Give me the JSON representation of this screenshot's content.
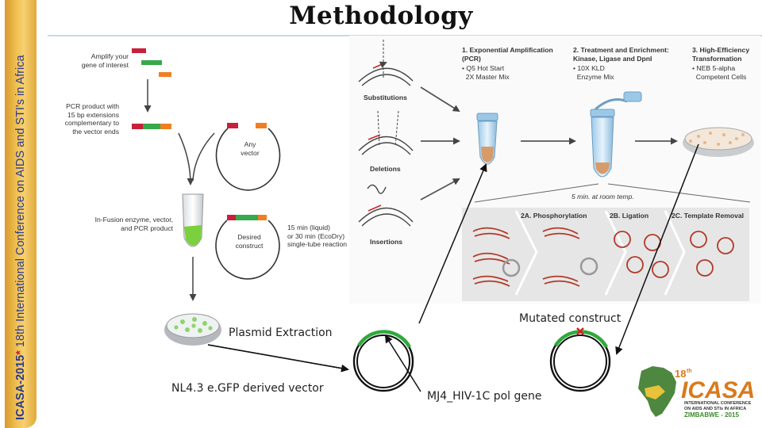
{
  "slide": {
    "title": "Methodology",
    "side_band": {
      "brand": "ICASA-2015",
      "asterisk": "*",
      "conference": " 18th International Conference on AIDS and STI's in Africa"
    },
    "colors": {
      "accent_gold": "#f2c356",
      "band_text": "#2a3a8a",
      "arrow": "#111111",
      "green_insert": "#2eaa3c",
      "mutation": "#d62020"
    }
  },
  "infusion": {
    "step1": "Amplify your\ngene of interest",
    "step2": "PCR product with\n15 bp extensions\ncomplementary to\nthe vector ends",
    "vector": "Any\nvector",
    "step3": "In-Fusion enzyme, vector,\nand PCR product",
    "desired": "Desired\nconstruct",
    "time": "15 min (liquid)\nor 30 min (EcoDry)\nsingle-tube reaction"
  },
  "neb": {
    "col1_title": "1. Exponential Amplification\n(PCR)",
    "col1_items": "• Q5 Hot Start\n  2X Master Mix",
    "col2_title": "2. Treatment and Enrichment:\nKinase, Ligase and DpnI",
    "col2_items": "• 10X KLD\n  Enzyme Mix",
    "col3_title": "3. High-Efficiency\nTransformation",
    "col3_items": "• NEB 5-alpha\n  Competent Cells",
    "substitutions": "Substitutions",
    "deletions": "Deletions",
    "insertions": "Insertions",
    "room_temp": "5 min. at room temp.",
    "sub_2a": "2A. Phosphorylation",
    "sub_2b": "2B. Ligation",
    "sub_2c": "2C. Template Removal"
  },
  "labels": {
    "plasmid_extraction": "Plasmid Extraction",
    "vector": "NL4.3 e.GFP derived vector",
    "gene": "MJ4_HIV-1C pol gene",
    "mutated": "Mutated construct"
  },
  "logo": {
    "number": "18",
    "sup": "th",
    "name": "ICASA",
    "line1": "INTERNATIONAL CONFERENCE",
    "line2": "ON AIDS AND STIs IN AFRICA",
    "line3": "ZIMBABWE - 2015"
  }
}
